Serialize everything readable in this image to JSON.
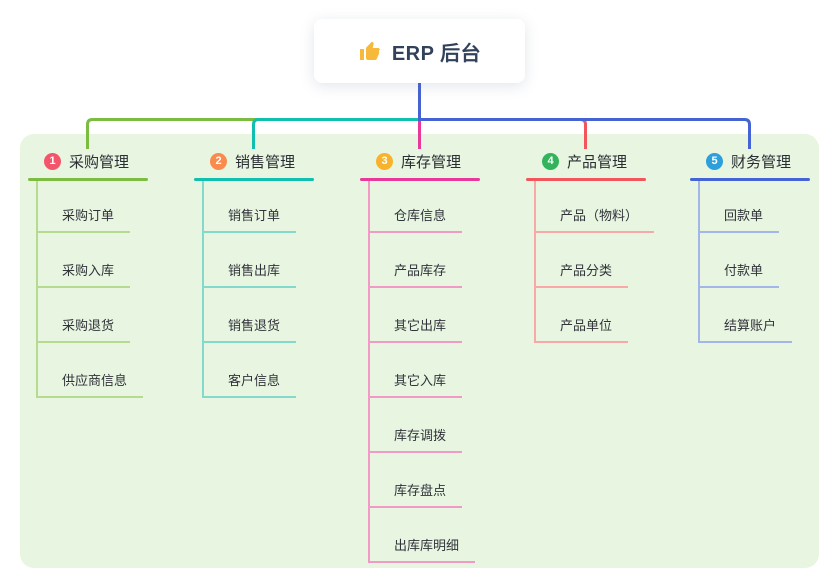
{
  "root": {
    "title": "ERP 后台",
    "icon": "thumbs-up-icon",
    "icon_color": "#f6b93b"
  },
  "canvas": {
    "background": "#e8f5e1"
  },
  "branches": [
    {
      "number": "1",
      "title": "采购管理",
      "badge_color": "#f2566a",
      "line_color": "#7cbd41",
      "light_color": "#b5db90",
      "children": [
        "采购订单",
        "采购入库",
        "采购退货",
        "供应商信息"
      ]
    },
    {
      "number": "2",
      "title": "销售管理",
      "badge_color": "#f98b4e",
      "line_color": "#10bfae",
      "light_color": "#84d9cd",
      "children": [
        "销售订单",
        "销售出库",
        "销售退货",
        "客户信息"
      ]
    },
    {
      "number": "3",
      "title": "库存管理",
      "badge_color": "#f7b32b",
      "line_color": "#e8399b",
      "light_color": "#f29ac6",
      "children": [
        "仓库信息",
        "产品库存",
        "其它出库",
        "其它入库",
        "库存调拨",
        "库存盘点",
        "出库库明细"
      ]
    },
    {
      "number": "4",
      "title": "产品管理",
      "badge_color": "#33b35c",
      "line_color": "#f2555c",
      "light_color": "#f8a8a6",
      "children": [
        "产品（物料）",
        "产品分类",
        "产品单位"
      ]
    },
    {
      "number": "5",
      "title": "财务管理",
      "badge_color": "#2d9fdb",
      "line_color": "#4563d4",
      "light_color": "#a3b6ea",
      "children": [
        "回款单",
        "付款单",
        "结算账户"
      ]
    }
  ]
}
